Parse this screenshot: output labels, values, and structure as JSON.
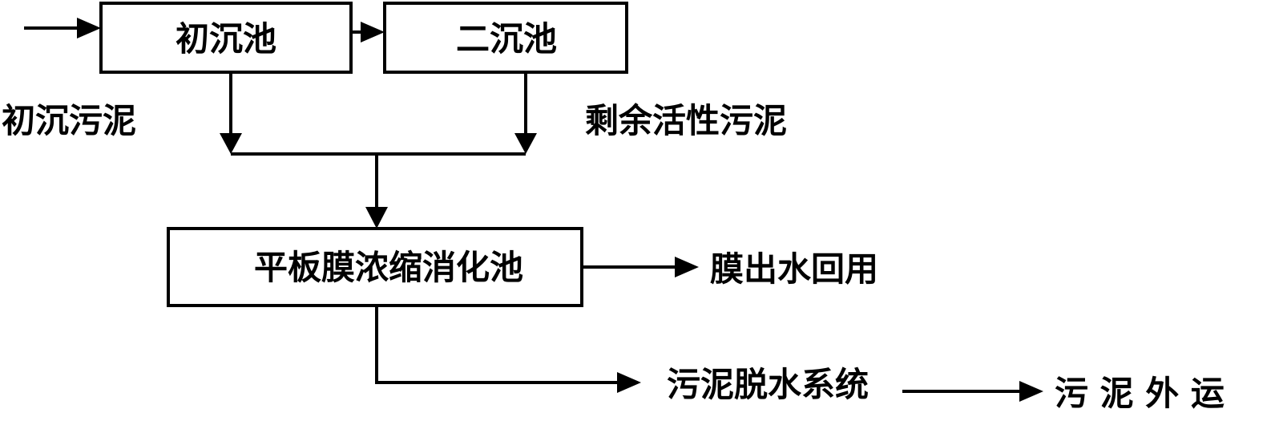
{
  "nodes": {
    "primary_clarifier": "初沉池",
    "secondary_clarifier": "二沉池",
    "membrane_tank": "平板膜浓缩消化池",
    "membrane_effluent": "膜出水回用",
    "dewatering": "污泥脱水系统",
    "transport": "污 泥 外 运"
  },
  "labels": {
    "primary_sludge": "初沉污泥",
    "waste_activated_sludge": "剩余活性污泥"
  },
  "colors": {
    "stroke": "#000000",
    "background": "#ffffff"
  }
}
